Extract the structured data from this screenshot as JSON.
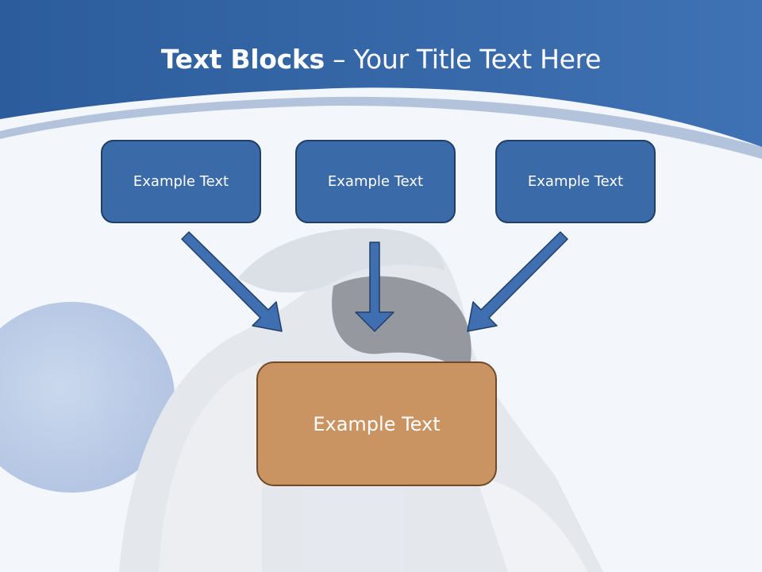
{
  "title": {
    "bold": "Text Blocks",
    "dash": "–",
    "rest": "Your Title Text Here"
  },
  "boxes": [
    {
      "label": "Example Text"
    },
    {
      "label": "Example Text"
    },
    {
      "label": "Example Text"
    }
  ],
  "center_box": {
    "label": "Example Text"
  },
  "colors": {
    "header_blue": "#2f5f9e",
    "box_blue": "#3b6aa8",
    "box_brown": "#c99462",
    "arrow_blue": "#3f6fb0"
  },
  "background_photo": "woman-stretching-with-exercise-ball"
}
